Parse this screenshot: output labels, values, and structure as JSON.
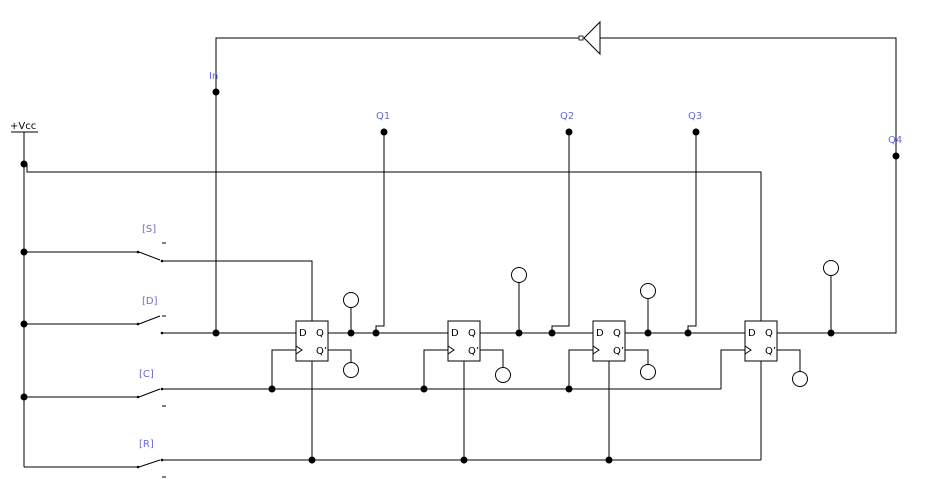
{
  "power": {
    "label": "+Vcc"
  },
  "inputs": {
    "set": "[S]",
    "data": "[D]",
    "clock": "[C]",
    "reset": "[R]",
    "input": "In"
  },
  "outputs": {
    "q1": "Q1",
    "q2": "Q2",
    "q3": "Q3",
    "q4": "Q4"
  },
  "flipflop": {
    "d": "D",
    "q": "Q",
    "qbar": "Q’"
  },
  "colors": {
    "label": "#6a6ad8",
    "wire": "#000000"
  }
}
